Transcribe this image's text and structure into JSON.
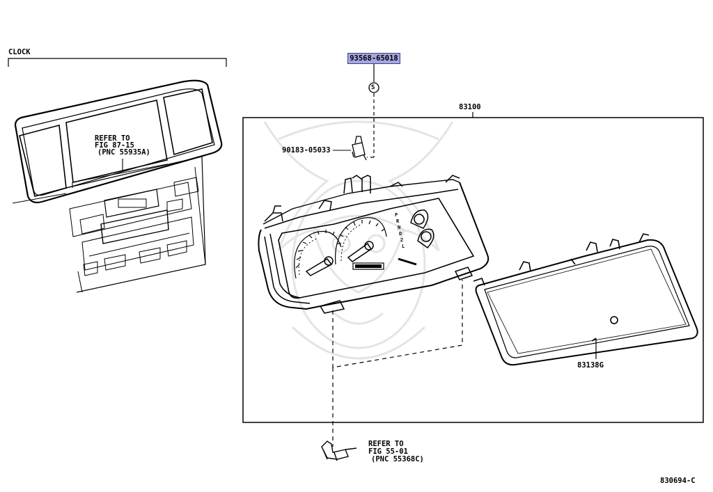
{
  "clock_section": {
    "title": "CLOCK"
  },
  "reference_upper": {
    "line1": "REFER TO",
    "line2": "FIG 87-15",
    "line3": "(PNC 55935A)"
  },
  "reference_lower": {
    "line1": "REFER TO",
    "line2": "FIG 55-01",
    "line3": "(PNC 55368C)"
  },
  "parts": {
    "highlighted": "93568-65018",
    "clip": "90183-05033",
    "assembly": "83100",
    "glass": "83138G",
    "symbol_s": "S"
  },
  "gauge_letters": [
    "P",
    "R",
    "N",
    "D",
    "2",
    "L"
  ],
  "diagram_id": "830694-C",
  "colors": {
    "highlight": "#a7a6df",
    "ink": "#000000",
    "watermark": "#e4e4e4"
  }
}
